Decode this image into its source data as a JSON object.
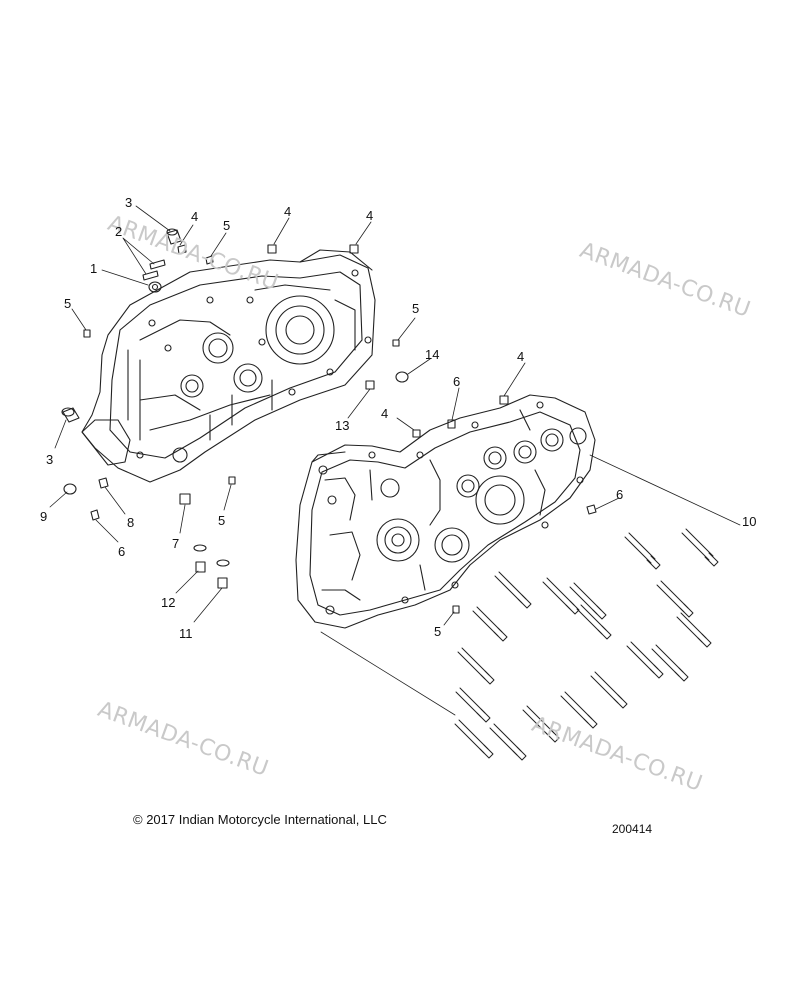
{
  "watermark_text": "ARMADA-CO.RU",
  "copyright": "© 2017 Indian Motorcycle International, LLC",
  "drawing_number": "200414",
  "callouts": [
    "3",
    "4",
    "5",
    "4",
    "4",
    "2",
    "1",
    "5",
    "5",
    "14",
    "4",
    "6",
    "13",
    "4",
    "3",
    "9",
    "8",
    "6",
    "7",
    "5",
    "6",
    "10",
    "12",
    "11",
    "5"
  ]
}
